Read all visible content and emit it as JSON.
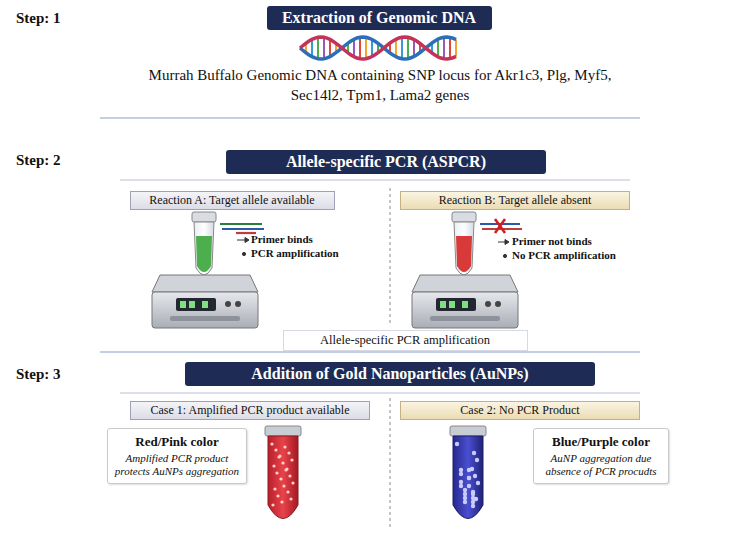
{
  "diagram": {
    "nodes": [
      {
        "text": [
          "Extraction of Genomic DNA"
        ]
      },
      {
        "text": [
          "Allele-specific PCR (ASPCR)"
        ]
      },
      {
        "text": [
          "Reaction A: Target allele available"
        ]
      },
      {
        "text": [
          "Reaction B: Target allele absent"
        ]
      },
      {
        "text": [
          "Allele-specific PCR amplification"
        ]
      },
      {
        "text": [
          "Addition of Gold Nanoparticles (AuNPs)"
        ]
      },
      {
        "text": [
          "Case 1: Amplified PCR product available"
        ]
      },
      {
        "text": [
          "Case 2: No PCR Product"
        ]
      },
      {
        "text": [
          "Red/Pink color",
          "Amplified PCR product protects AuNPs aggregation"
        ]
      },
      {
        "text": [
          "Blue/Purple color",
          "AuNP aggregation due absence of PCR procudts"
        ]
      }
    ],
    "labels": [
      "Step: 1",
      "Murrah Buffalo Genomic DNA containing SNP locus for Akr1c3, Plg, Myf5, Sec14l2, Tpm1, Lama2 genes",
      "Step: 2",
      "Primer binds",
      "PCR amplification",
      "Primer not binds",
      "No PCR amplification",
      "Step: 3"
    ]
  }
}
